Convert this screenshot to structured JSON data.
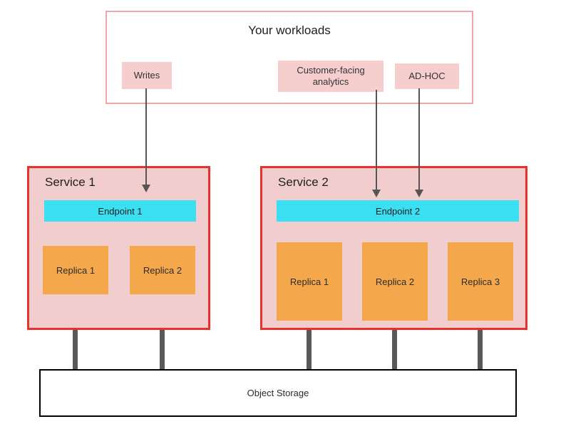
{
  "diagram": {
    "workloads": {
      "title": "Your workloads",
      "items": [
        {
          "id": "writes",
          "label": "Writes"
        },
        {
          "id": "analytics",
          "label": "Customer-facing analytics"
        },
        {
          "id": "adhoc",
          "label": "AD-HOC"
        }
      ]
    },
    "services": [
      {
        "title": "Service 1",
        "endpoint": "Endpoint 1",
        "replicas": [
          "Replica 1",
          "Replica 2"
        ]
      },
      {
        "title": "Service 2",
        "endpoint": "Endpoint 2",
        "replicas": [
          "Replica 1",
          "Replica 2",
          "Replica 3"
        ]
      }
    ],
    "storage": {
      "label": "Object Storage"
    },
    "colors": {
      "workloads_border": "#f0a6a6",
      "workload_item_fill": "#f6cece",
      "service_border": "#e8322b",
      "service_fill": "#f2cdcd",
      "endpoint_fill": "#3bdff2",
      "replica_fill": "#f5a84b",
      "connector": "#595959",
      "arrow": "#555555",
      "storage_border": "#000000"
    }
  }
}
